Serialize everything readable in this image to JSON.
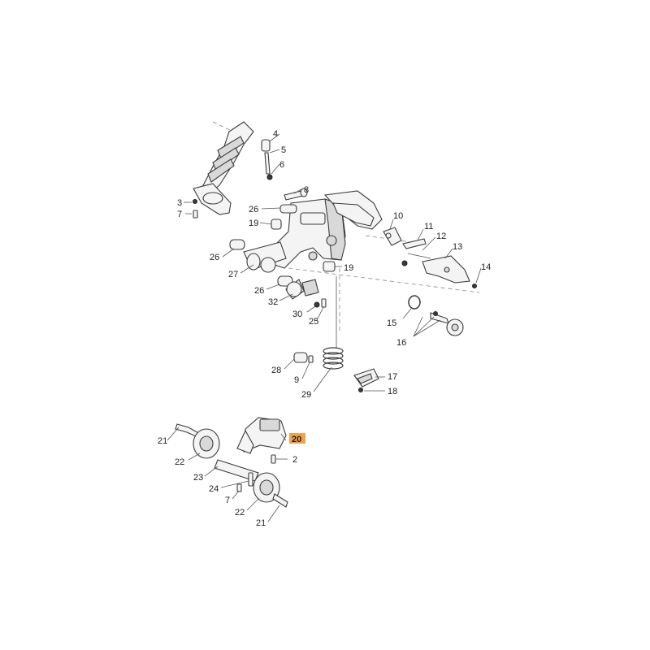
{
  "highlight_color": "#f5a04a",
  "highlighted_part": "20",
  "callouts": {
    "c2": "2",
    "c3": "3",
    "c4": "4",
    "c5": "5",
    "c6": "6",
    "c7a": "7",
    "c7b": "7",
    "c8": "8",
    "c9": "9",
    "c10": "10",
    "c11": "11",
    "c12": "12",
    "c13": "13",
    "c14": "14",
    "c15": "15",
    "c16": "16",
    "c17": "17",
    "c18": "18",
    "c19a": "19",
    "c19b": "19",
    "c20": "20",
    "c21a": "21",
    "c21b": "21",
    "c22a": "22",
    "c22b": "22",
    "c23": "23",
    "c24": "24",
    "c25": "25",
    "c26a": "26",
    "c26b": "26",
    "c26c": "26",
    "c27": "27",
    "c28": "28",
    "c29": "29",
    "c30": "30",
    "c32": "32"
  }
}
